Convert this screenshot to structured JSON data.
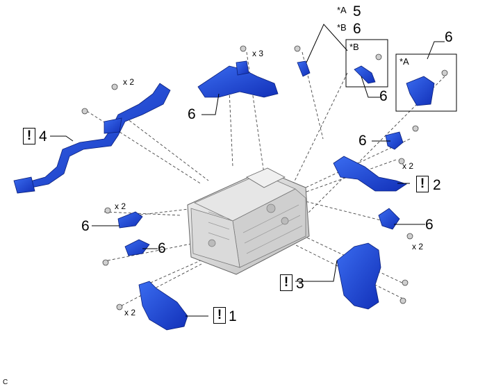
{
  "diagram": {
    "figure_id": "C",
    "variant_a_label": "*A",
    "variant_b_label": "*B",
    "warning_symbol": "!",
    "accent_color": "#1f4fe0",
    "line_color": "#333333",
    "part_numbers": {
      "one": "1",
      "two": "2",
      "three": "3",
      "four": "4",
      "five": "5",
      "six": "6"
    },
    "quantities": {
      "x2": "x 2",
      "x3": "x 3"
    }
  }
}
